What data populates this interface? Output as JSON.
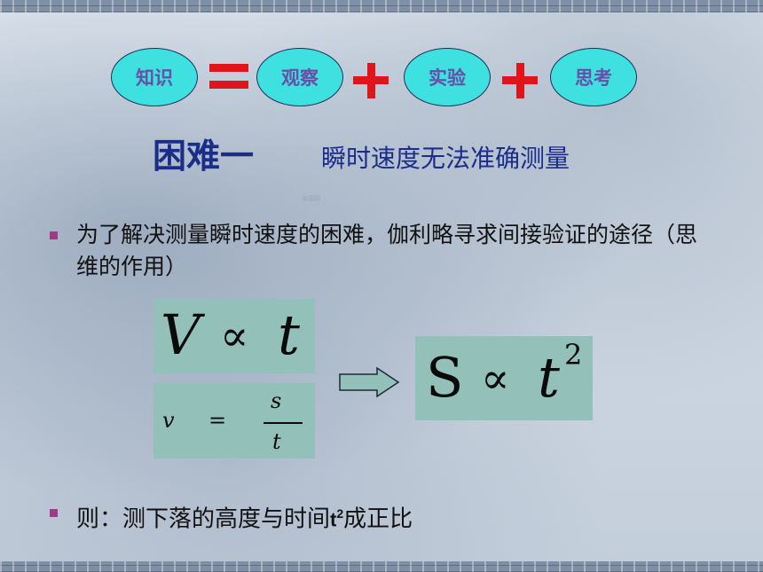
{
  "header": {
    "knowledge": "知识",
    "observation": "观察",
    "experiment": "实验",
    "thinking": "思考"
  },
  "colors": {
    "oval_fill": "#3fe0e0",
    "oval_text": "#6a4ea8",
    "operator": "#e0151a",
    "title": "#1b2c8a",
    "box_fill": "#93c0b8",
    "bullet": "#9d3b84"
  },
  "title": {
    "main": "困难一",
    "sub": "瞬时速度无法准确测量"
  },
  "watermark": "全国网",
  "bullets": [
    {
      "text": "为了解决测量瞬时速度的困难，伽利略寻求间接验证的途径（思维的作用）"
    },
    {
      "prefix": "则：测下落的高度与时间",
      "mid": "t",
      "sup": "2",
      "suffix": "成正比"
    }
  ],
  "formulas": {
    "box1": {
      "left": "V",
      "prop": "∝",
      "right": "t"
    },
    "box2": {
      "left": "v",
      "eq": "=",
      "num": "s",
      "den": "t"
    },
    "box3": {
      "left": "S",
      "prop": "∝",
      "right": "t",
      "exp": "2"
    }
  }
}
